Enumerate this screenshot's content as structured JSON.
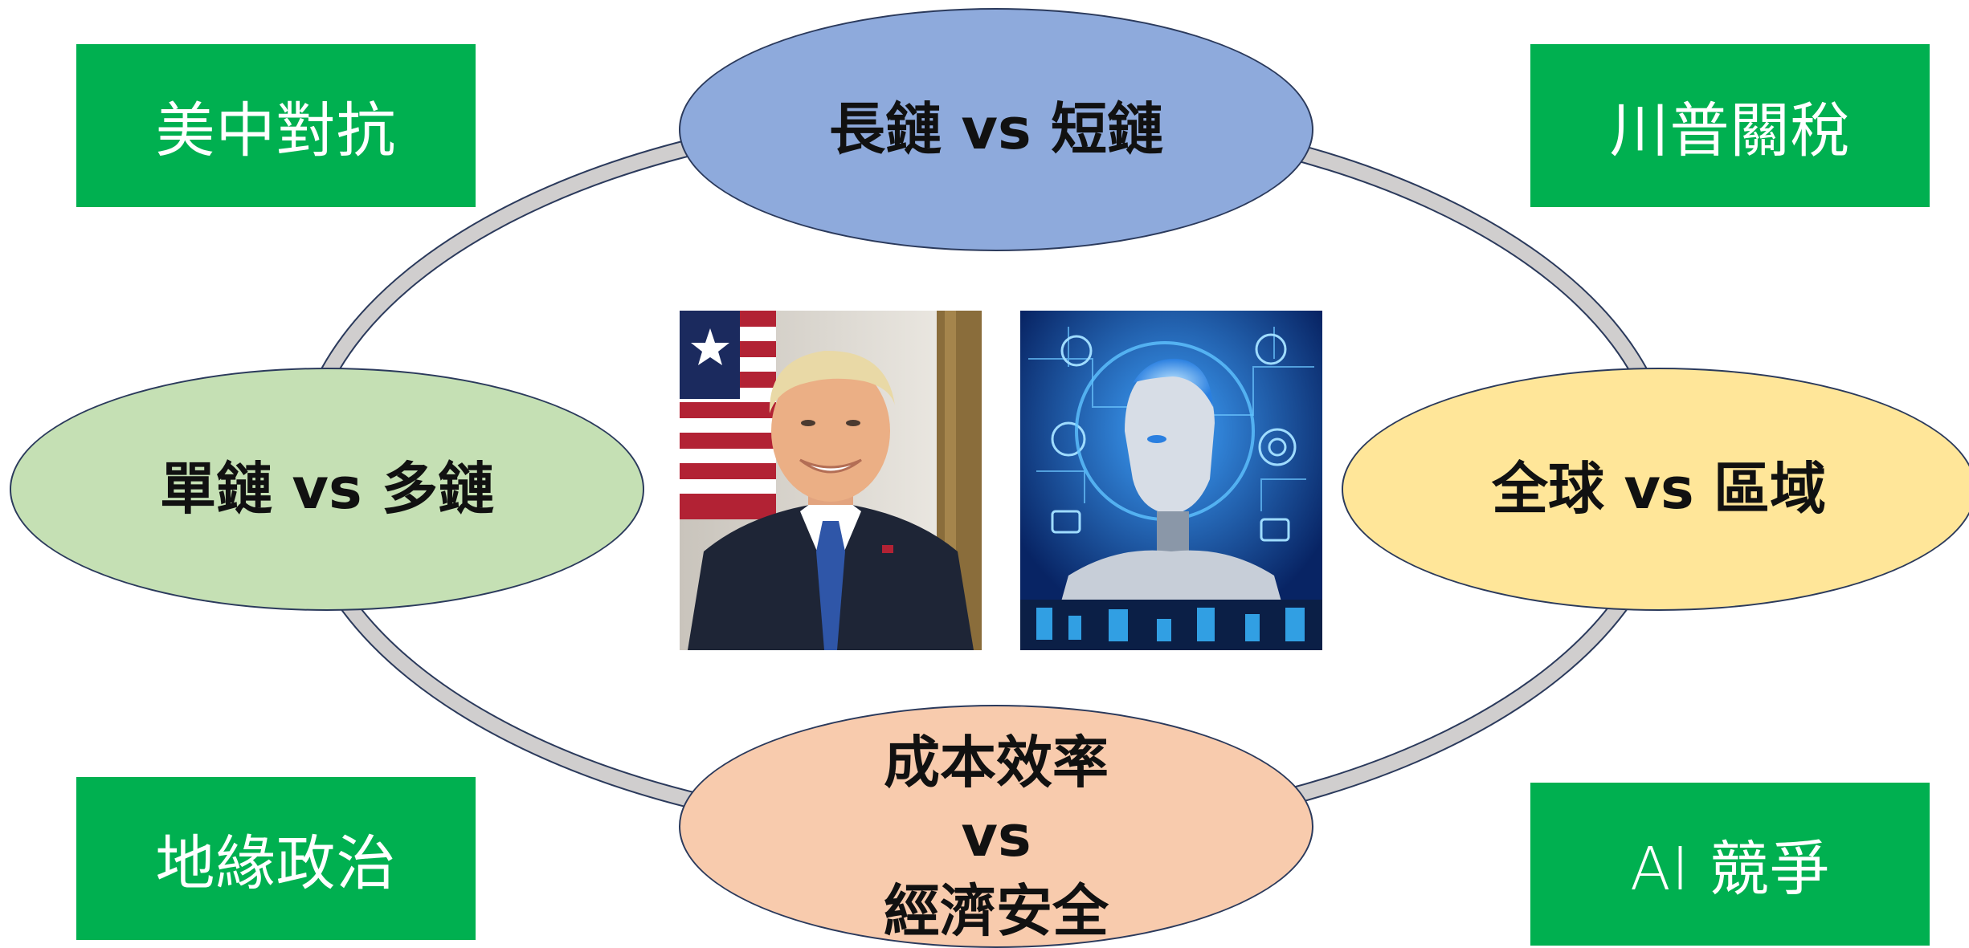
{
  "corners": {
    "top_left": "美中對抗",
    "top_right": "川普關稅",
    "bottom_left": "地緣政治",
    "bottom_right": "AI 競爭"
  },
  "nodes": {
    "top": {
      "lines": [
        "長鏈 vs 短鏈"
      ],
      "color": "#8eaadc"
    },
    "left": {
      "lines": [
        "單鏈 vs 多鏈"
      ],
      "color": "#c5e0b4"
    },
    "right": {
      "lines": [
        "全球 vs 區域"
      ],
      "color": "#ffe699"
    },
    "bottom": {
      "lines": [
        "成本效率",
        "vs",
        "經濟安全"
      ],
      "color": "#f8cbad"
    }
  },
  "colors": {
    "corner_fill": "#00b050",
    "ring": "#d0cece",
    "ring_outline": "#2b3a5c"
  },
  "photos": {
    "left": "portrait-photo",
    "right": "ai-robot-photo"
  }
}
